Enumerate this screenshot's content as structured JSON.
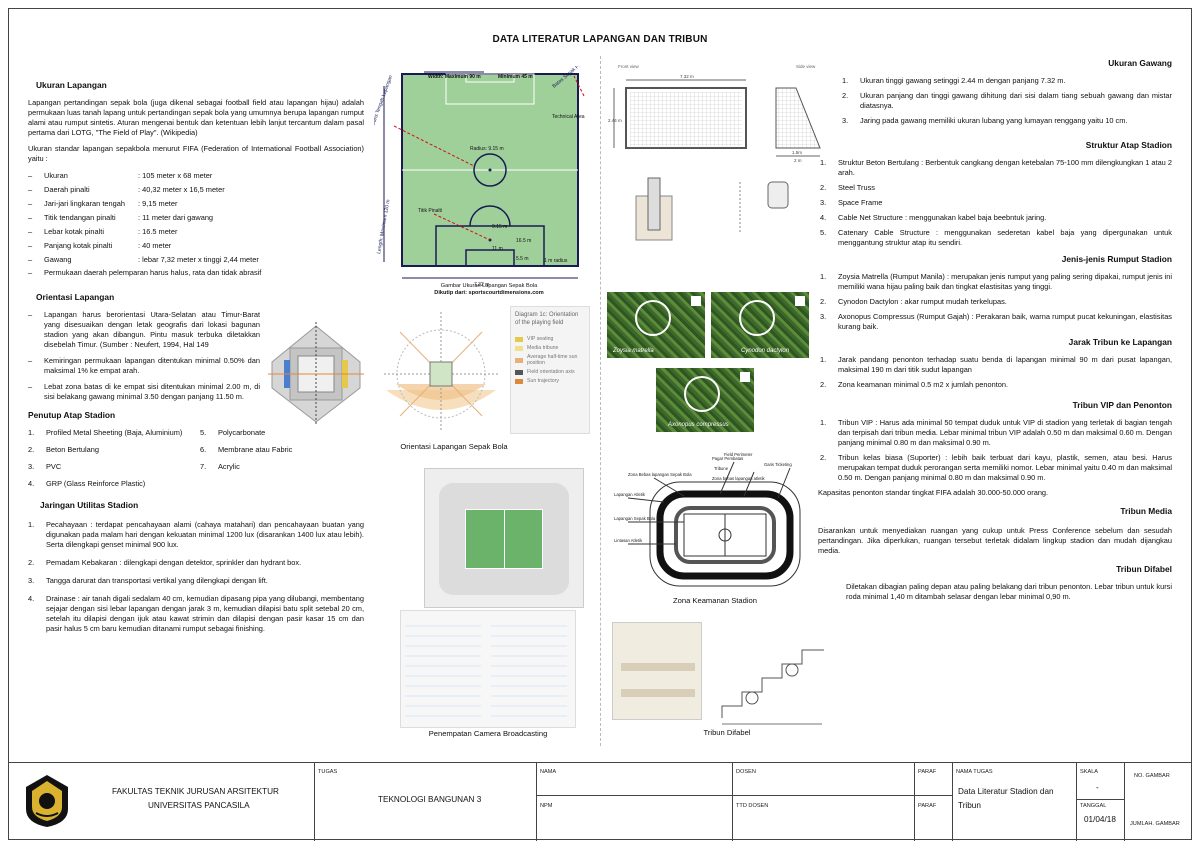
{
  "title": "DATA LITERATUR LAPANGAN DAN TRIBUN",
  "left": {
    "ukuran_title": "Ukuran Lapangan",
    "ukuran_p1": "Lapangan pertandingan sepak bola (juga dikenal sebagai football field atau lapangan hijau) adalah permukaan luas tanah lapang untuk pertandingan sepak bola yang umumnya berupa lapangan rumput alami atau rumput sintetis. Aturan mengenai bentuk dan ketentuan lebih lanjut tercantum dalam pasal pertama dari LOTG, \"The Field of Play\". (Wikipedia)",
    "ukuran_p2": "Ukuran standar lapangan sepakbola menurut FIFA (Federation of International Football Association) yaitu :",
    "dims": [
      {
        "k": "Ukuran",
        "v": ": 105 meter x 68 meter"
      },
      {
        "k": "Daerah pinalti",
        "v": ": 40,32 meter x 16,5 meter"
      },
      {
        "k": "Jari-jari lingkaran tengah",
        "v": ": 9,15 meter"
      },
      {
        "k": "Titik tendangan pinalti",
        "v": ": 11 meter dari gawang"
      },
      {
        "k": "Lebar kotak pinalti",
        "v": ": 16.5 meter"
      },
      {
        "k": "Panjang kotak pinalti",
        "v": ": 40 meter"
      },
      {
        "k": "Gawang",
        "v": ": lebar 7,32 meter x tinggi 2,44 meter"
      }
    ],
    "dims_last": "Permukaan daerah pelemparan harus halus, rata dan tidak abrasif",
    "orientasi_title": "Orientasi Lapangan",
    "orientasi": [
      "Lapangan harus berorientasi Utara-Selatan atau Timur-Barat yang disesuaikan dengan letak geografis dari lokasi bagunan stadion yang akan dibangun. Pintu masuk terbuka diletakkan disebelah Timur. (Sumber : Neufert, 1994, Hal 149",
      "Kemiringan permukaan lapangan ditentukan minimal 0.50% dan maksimal 1% ke empat arah.",
      "Lebat zona batas di ke empat sisi ditentukan minimal 2.00 m, di sisi belakang gawang minimal 3.50 dengan panjang 11.50 m."
    ],
    "penutup_title": "Penutup Atap Stadion",
    "penutup_a": [
      "Profiled Metal Sheeting (Baja, Aluminium)",
      "Beton Bertulang",
      "PVC",
      "GRP (Glass Reinforce Plastic)"
    ],
    "penutup_b": [
      "Polycarbonate",
      "Membrane atau Fabric",
      "Acrylic"
    ],
    "utilitas_title": "Jaringan Utilitas Stadion",
    "utilitas": [
      "Pecahayaan : terdapat pencahayaan alami (cahaya matahari) dan pencahayaan buatan yang digunakan pada malam hari dengan kekuatan minimal 1200 lux (disarankan 1400 lux atau lebih). Serta dilengkapi genset minimal 900 lux.",
      "Pemadam Kebakaran : dilengkapi dengan detektor, sprinkler dan hydrant box.",
      "Tangga darurat dan transportasi vertikal yang dilengkapi dengan lift.",
      "Drainase : air tanah digali sedalam 40 cm, kemudian dipasang pipa yang dilubangi, membentang sejajar dengan sisi lebar lapangan dengan jarak 3 m, kemudian dilapisi batu split setebal 20 cm, setelah itu dilapisi dengan ijuk atau kawat strimin dan dilapisi dengan pasir kasar 15 cm dan pasir halus 5 cm baru kemudian ditanami rumput sebagai finishing."
    ]
  },
  "mid": {
    "field_caption_1": "Gambar Ukuran Lapangan Sepak Bola",
    "field_caption_2": "Dikutip dari: sportscourtdimensions.com",
    "field_labels": [
      "Width: Maximum 90 m",
      "Minimum 45 m",
      "Garis Tengah Lapangan",
      "Minimum 90 m",
      "Length: Maximum 120 m",
      "Technical Area",
      "Radius: 9.15 m",
      "Titik Pinalti",
      "9.15 m",
      "16.5 m",
      "11 m",
      "5.5 m",
      "1 m radius",
      "7.32 m",
      "Batas Sepak Pojok"
    ],
    "orient_caption": "Orientasi Lapangan Sepak Bola",
    "orient_legend_title": "Diagram 1c: Orientation of the playing field",
    "orient_legend": [
      "VIP seating",
      "Media tribune",
      "Average half-time sun position",
      "Field orientation axis",
      "Sun trajectory"
    ],
    "camera_caption": "Penempatan Camera Broadcasting",
    "zona_caption": "Zona Keamanan Stadion",
    "difabel_caption": "Tribun Difabel",
    "zona_labels": [
      "Pagar Pembatas",
      "Zona Bebas lapangan Sepak Bola",
      "Tribune",
      "Garis Ticketing",
      "Zona bebas lapangan atletik",
      "Lapangan Atletik",
      "Lapangan Sepak Bola",
      "Lintasan Atletik",
      "Field Perimeter"
    ],
    "grass_tags": [
      "Zoysia matrella",
      "Cynodon dactylon",
      "Axonopus compressus"
    ],
    "goal_dims": [
      "7.32 m",
      "2.44 m",
      "Front view",
      "Side view",
      "1.5m",
      "2 m"
    ]
  },
  "right": {
    "gawang_title": "Ukuran Gawang",
    "gawang": [
      "Ukuran tinggi gawang setinggi 2.44 m dengan panjang 7.32 m.",
      "Ukuran panjang dan tinggi gawang dihitung dari sisi dalam tiang sebuah gawang dan mistar diatasnya.",
      "Jaring pada gawang memiliki ukuran lubang yang lumayan renggang yaitu 10 cm."
    ],
    "atap_title": "Struktur Atap Stadion",
    "atap": [
      "Struktur Beton Bertulang : Berbentuk cangkang dengan ketebalan 75-100 mm dilengkungkan 1 atau 2 arah.",
      "Steel Truss",
      "Space Frame",
      "Cable Net Structure : menggunakan kabel baja beebntuk jaring.",
      "Catenary Cable Structure : menggunakan sederetan kabel baja yang dipergunakan untuk menggantung struktur atap itu sendiri."
    ],
    "rumput_title": "Jenis-jenis Rumput Stadion",
    "rumput": [
      "Zoysia Matrella (Rumput Manila) : merupakan jenis rumput yang paling sering dipakai, rumput jenis ini memiliki wana hijau paling baik dan tingkat elastisitas yang tinggi.",
      "Cynodon Dactylon : akar rumput mudah terkelupas.",
      "Axonopus Compressus (Rumput Gajah) : Perakaran baik, warna rumput pucat kekuningan, elastisitas kurang baik."
    ],
    "jarak_title": "Jarak Tribun ke Lapangan",
    "jarak": [
      "Jarak pandang penonton terhadap suatu benda di lapangan minimal 90 m dari pusat lapangan, maksimal 190 m dari titik sudut lapangan",
      "Zona keamanan minimal 0.5 m2 x jumlah penonton."
    ],
    "vip_title": "Tribun VIP dan Penonton",
    "vip": [
      "Tribun VIP : Harus ada minimal 50 tempat duduk untuk VIP di stadion yang terletak di bagian tengah dan terpisah dari tribun media. Lebar minimal tribun VIP adalah 0.50 m dan maksimal 0.60 m. Dengan panjang minimal 0.80 m dan maksimal 0.90 m.",
      "Tribun kelas biasa (Suporter) : lebih baik terbuat dari kayu, plastik, semen, atau besi. Harus merupakan tempat duduk perorangan serta memiliki nomor. Lebar minimal yaitu 0.40 m dan maksimal 0.50 m. Dengan panjang minimal 0.80 m dan maksimal 0.90 m."
    ],
    "vip_after": "Kapasitas penonton standar tingkat FIFA adalah 30.000-50.000 orang.",
    "media_title": "Tribun Media",
    "media": "Disarankan untuk menyediakan ruangan yang cukup untuk Press Conference sebelum dan sesudah pertandingan. Jika diperlukan, ruangan tersebut terletak didalam lingkup stadion dan mudah dijangkau media.",
    "difabel_title": "Tribun Difabel",
    "difabel": "Diletakan dibagian paling depan atau paling belakang dari tribun penonton. Lebar tribun untuk kursi roda minimal 1,40 m ditambah selasar dengan lebar minimal 0,90 m."
  },
  "titleblock": {
    "faculty": "FAKULTAS TEKNIK JURUSAN ARSITEKTUR",
    "university": "UNIVERSITAS PANCASILA",
    "tugas_label": "TUGAS",
    "tugas": "TEKNOLOGI BANGUNAN 3",
    "nama_label": "NAMA",
    "nim_label": "NPM",
    "dosen_label": "DOSEN",
    "ttd_label": "TTD DOSEN",
    "paraf_label": "PARAF",
    "paraf_label2": "PARAF",
    "nama_tugas_label": "NAMA TUGAS",
    "nama_tugas_1": "Data Literatur Stadion dan",
    "nama_tugas_2": "Tribun",
    "skala_label": "SKALA",
    "skala": "-",
    "tanggal_label": "TANGGAL",
    "tanggal": "01/04/18",
    "no_gambar_label": "NO. GAMBAR",
    "jumlah_label": "JUMLAH. GAMBAR"
  },
  "colors": {
    "field": "#9fd09a",
    "line": "#ffffff",
    "navy": "#1a1a55"
  }
}
